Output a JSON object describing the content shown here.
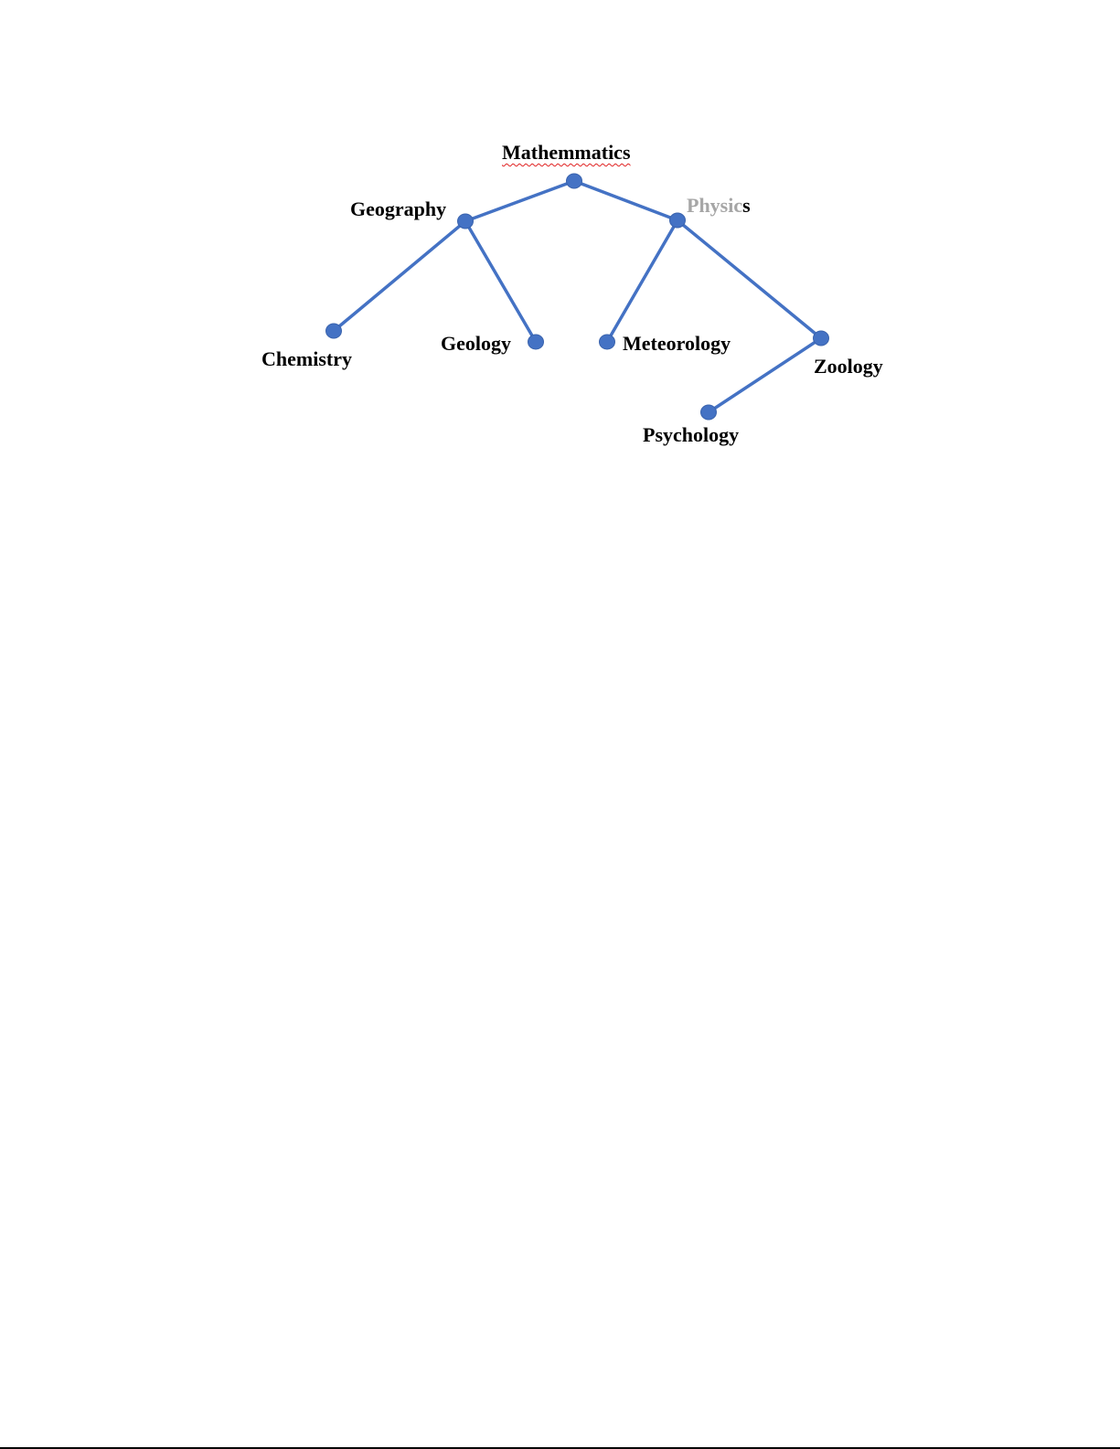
{
  "diagram": {
    "line_color": "#4472c4",
    "node_color": "#4472c4",
    "ghost_text_color": "#a6a6a6",
    "spellcheck_underline_color": "#e02020",
    "nodes": [
      {
        "id": "mathematics",
        "label": "Mathemmatics"
      },
      {
        "id": "geography",
        "label": "Geography"
      },
      {
        "id": "physics",
        "label_ghost": "Physic",
        "label_tail": "s"
      },
      {
        "id": "chemistry",
        "label": "Chemistry"
      },
      {
        "id": "geology",
        "label": "Geology"
      },
      {
        "id": "meteorology",
        "label": "Meteorology"
      },
      {
        "id": "zoology",
        "label": "Zoology"
      },
      {
        "id": "psychology",
        "label": "Psychology"
      }
    ],
    "edges": [
      {
        "from": "mathematics",
        "to": "geography"
      },
      {
        "from": "mathematics",
        "to": "physics"
      },
      {
        "from": "geography",
        "to": "chemistry"
      },
      {
        "from": "geography",
        "to": "geology"
      },
      {
        "from": "physics",
        "to": "meteorology"
      },
      {
        "from": "physics",
        "to": "zoology"
      },
      {
        "from": "zoology",
        "to": "psychology"
      }
    ]
  }
}
